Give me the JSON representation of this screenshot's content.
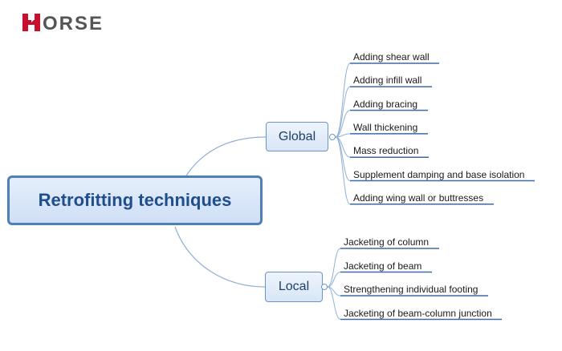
{
  "logo": {
    "text": "HORSE",
    "color": "#c8102e"
  },
  "root": {
    "label": "Retrofitting techniques"
  },
  "branches": {
    "global": {
      "label": "Global",
      "items": [
        "Adding shear wall",
        "Adding infill wall",
        "Adding bracing",
        "Wall thickening",
        "Mass reduction",
        "Supplement damping and base isolation",
        "Adding wing wall or buttresses"
      ]
    },
    "local": {
      "label": "Local",
      "items": [
        "Jacketing of column",
        "Jacketing of beam",
        "Strengthening individual footing",
        "Jacketing of beam-column junction"
      ]
    }
  },
  "colors": {
    "line": "#8fb0d6",
    "underline": "#3a6aa8",
    "accent": "#1f4e8c"
  }
}
